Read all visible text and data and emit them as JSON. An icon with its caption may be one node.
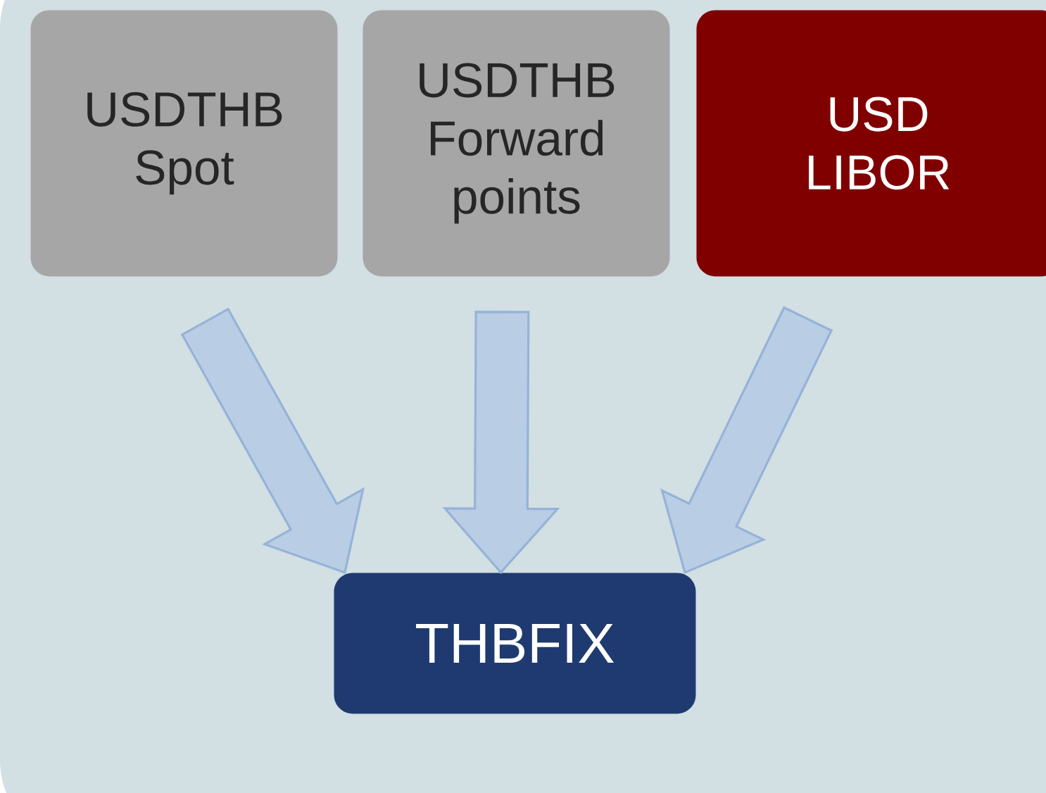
{
  "diagram": {
    "nodes": [
      {
        "text": [],
        "shape": "box"
      },
      {
        "text": [
          "USDTHB Spot"
        ],
        "in": 0
      },
      {
        "text": [
          "USDTHB Forward points"
        ],
        "in": 0
      },
      {
        "text": [
          "USD LIBOR"
        ],
        "in": 0
      },
      {
        "text": [
          "THBFIX"
        ],
        "in": 0
      }
    ],
    "edges": [
      {
        "from": 1,
        "to": 4,
        "arrow": "to"
      },
      {
        "from": 2,
        "to": 4,
        "arrow": "to"
      },
      {
        "from": 3,
        "to": 4,
        "arrow": "to"
      }
    ]
  }
}
